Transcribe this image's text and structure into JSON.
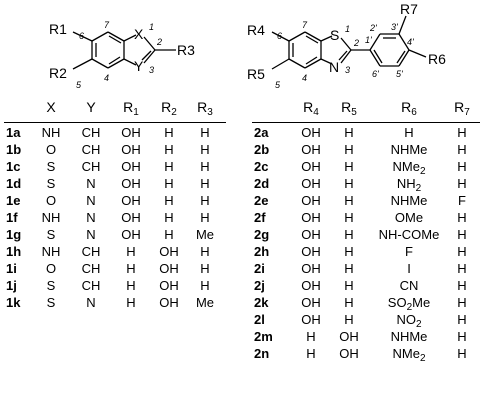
{
  "structure1": {
    "labels": {
      "r1": "R1",
      "r2": "R2",
      "r3": "R3",
      "x": "X",
      "y": "Y",
      "n1": "1",
      "n2": "2",
      "n3": "3",
      "n4": "4",
      "n5": "5",
      "n6": "6",
      "n7": "7"
    }
  },
  "structure2": {
    "labels": {
      "r4": "R4",
      "r5": "R5",
      "r6": "R6",
      "r7": "R7",
      "s": "S",
      "n": "N",
      "n1": "1",
      "n2": "2",
      "n3": "3",
      "n4": "4",
      "n5": "5",
      "n6": "6",
      "n7": "7",
      "p1": "1'",
      "p2": "2'",
      "p3": "3'",
      "p4": "4'",
      "p5": "5'",
      "p6": "6'"
    }
  },
  "table1": {
    "headers": [
      "X",
      "Y",
      "R1",
      "R2",
      "R3"
    ],
    "rows": [
      {
        "id": "1a",
        "x": "NH",
        "y": "CH",
        "r1": "OH",
        "r2": "H",
        "r3": "H"
      },
      {
        "id": "1b",
        "x": "O",
        "y": "CH",
        "r1": "OH",
        "r2": "H",
        "r3": "H"
      },
      {
        "id": "1c",
        "x": "S",
        "y": "CH",
        "r1": "OH",
        "r2": "H",
        "r3": "H"
      },
      {
        "id": "1d",
        "x": "S",
        "y": "N",
        "r1": "OH",
        "r2": "H",
        "r3": "H"
      },
      {
        "id": "1e",
        "x": "O",
        "y": "N",
        "r1": "OH",
        "r2": "H",
        "r3": "H"
      },
      {
        "id": "1f",
        "x": "NH",
        "y": "N",
        "r1": "OH",
        "r2": "H",
        "r3": "H"
      },
      {
        "id": "1g",
        "x": "S",
        "y": "N",
        "r1": "OH",
        "r2": "H",
        "r3": "Me"
      },
      {
        "id": "1h",
        "x": "NH",
        "y": "CH",
        "r1": "H",
        "r2": "OH",
        "r3": "H"
      },
      {
        "id": "1i",
        "x": "O",
        "y": "CH",
        "r1": "H",
        "r2": "OH",
        "r3": "H"
      },
      {
        "id": "1j",
        "x": "S",
        "y": "CH",
        "r1": "H",
        "r2": "OH",
        "r3": "H"
      },
      {
        "id": "1k",
        "x": "S",
        "y": "N",
        "r1": "H",
        "r2": "OH",
        "r3": "Me"
      }
    ]
  },
  "table2": {
    "headers": [
      "R4",
      "R5",
      "R6",
      "R7"
    ],
    "rows": [
      {
        "id": "2a",
        "r4": "OH",
        "r5": "H",
        "r6": "H",
        "r7": "H"
      },
      {
        "id": "2b",
        "r4": "OH",
        "r5": "H",
        "r6": "NHMe",
        "r7": "H"
      },
      {
        "id": "2c",
        "r4": "OH",
        "r5": "H",
        "r6": "NMe2",
        "r7": "H"
      },
      {
        "id": "2d",
        "r4": "OH",
        "r5": "H",
        "r6": "NH2",
        "r7": "H"
      },
      {
        "id": "2e",
        "r4": "OH",
        "r5": "H",
        "r6": "NHMe",
        "r7": "F"
      },
      {
        "id": "2f",
        "r4": "OH",
        "r5": "H",
        "r6": "OMe",
        "r7": "H"
      },
      {
        "id": "2g",
        "r4": "OH",
        "r5": "H",
        "r6": "NH-COMe",
        "r7": "H"
      },
      {
        "id": "2h",
        "r4": "OH",
        "r5": "H",
        "r6": "F",
        "r7": "H"
      },
      {
        "id": "2i",
        "r4": "OH",
        "r5": "H",
        "r6": "I",
        "r7": "H"
      },
      {
        "id": "2j",
        "r4": "OH",
        "r5": "H",
        "r6": "CN",
        "r7": "H"
      },
      {
        "id": "2k",
        "r4": "OH",
        "r5": "H",
        "r6": "SO2Me",
        "r7": "H"
      },
      {
        "id": "2l",
        "r4": "OH",
        "r5": "H",
        "r6": "NO2",
        "r7": "H"
      },
      {
        "id": "2m",
        "r4": "H",
        "r5": "OH",
        "r6": "NHMe",
        "r7": "H"
      },
      {
        "id": "2n",
        "r4": "H",
        "r5": "OH",
        "r6": "NMe2",
        "r7": "H"
      }
    ]
  }
}
